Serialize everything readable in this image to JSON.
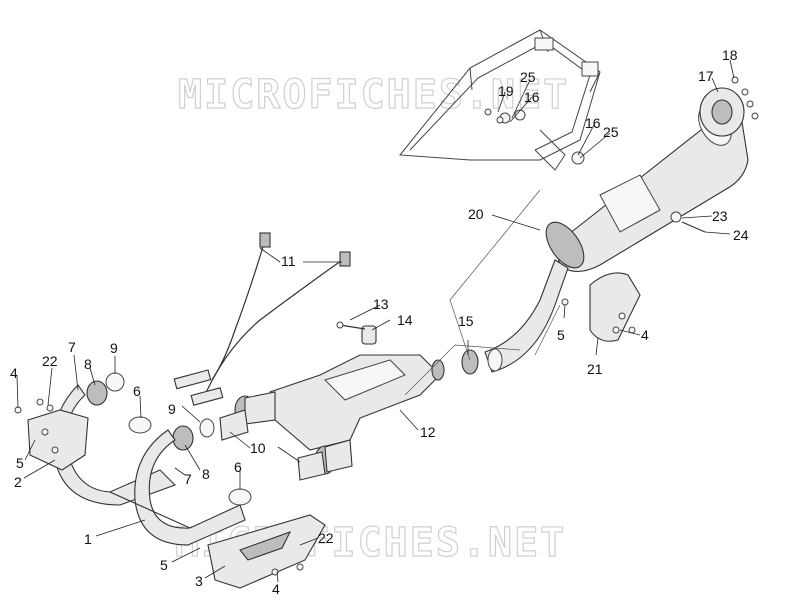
{
  "watermarks": [
    "MICROFICHES.NET",
    "MICROFICHES.NET"
  ],
  "callouts": {
    "c1": "1",
    "c2": "2",
    "c3": "3",
    "c4a": "4",
    "c4b": "4",
    "c4c": "4",
    "c5a": "5",
    "c5b": "5",
    "c5c": "5",
    "c6a": "6",
    "c6b": "6",
    "c7a": "7",
    "c7b": "7",
    "c8a": "8",
    "c8b": "8",
    "c9a": "9",
    "c9b": "9",
    "c10": "10",
    "c11": "11",
    "c12": "12",
    "c13": "13",
    "c14": "14",
    "c15": "15",
    "c16a": "16",
    "c16b": "16",
    "c17": "17",
    "c18": "18",
    "c19": "19",
    "c20": "20",
    "c21": "21",
    "c22a": "22",
    "c22b": "22",
    "c23": "23",
    "c24": "24",
    "c25a": "25",
    "c25b": "25"
  }
}
